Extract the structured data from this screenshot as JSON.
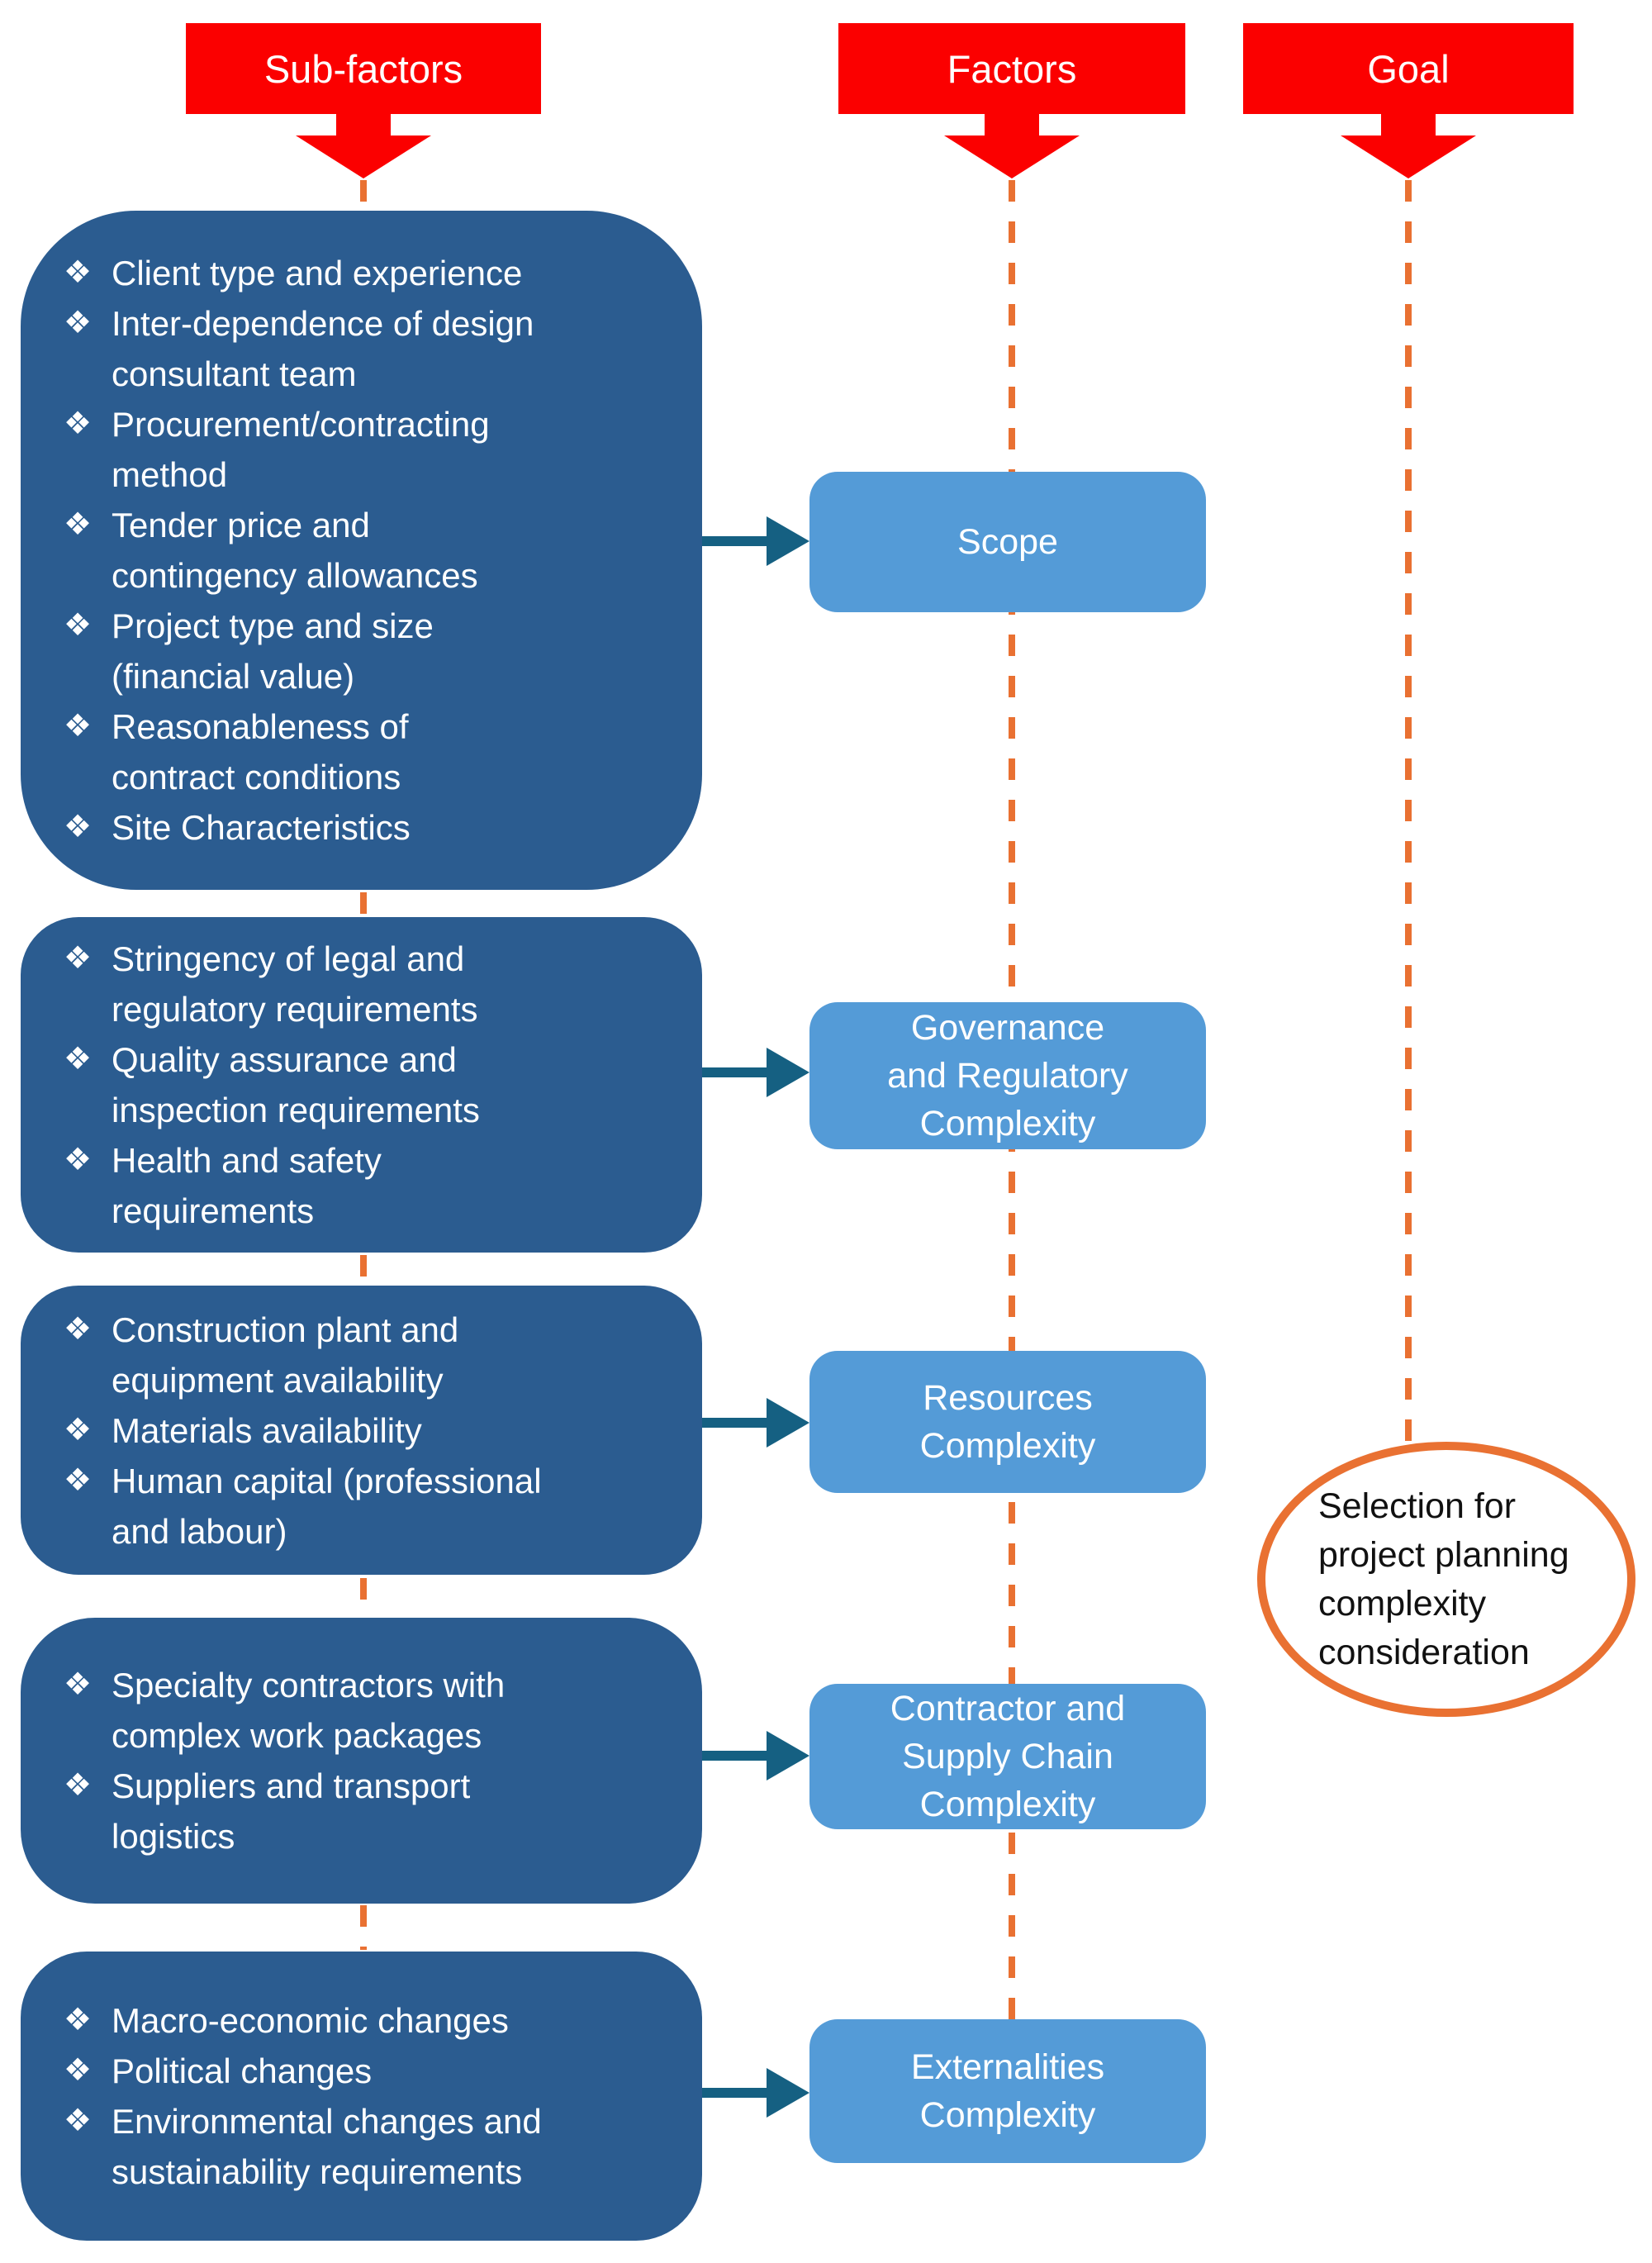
{
  "palette": {
    "header_red": "#fb0000",
    "subfactor_dark_blue": "#2b5c90",
    "factor_mid_blue": "#549bd7",
    "arrow_teal": "#156082",
    "connector_orange": "#e97132",
    "light_text": "#ffffff",
    "dark_text": "#111111"
  },
  "bullet_icon": "❖",
  "headers": {
    "subfactors": "Sub-factors",
    "factors": "Factors",
    "goal": "Goal"
  },
  "subfactor_groups": [
    {
      "items": [
        "Client type and experience",
        "Inter-dependence of design\nconsultant team",
        "Procurement/contracting\nmethod",
        "Tender price and\ncontingency allowances",
        "Project type and size\n(financial value)",
        "Reasonableness of\ncontract conditions",
        "Site Characteristics"
      ]
    },
    {
      "items": [
        "Stringency of legal and\nregulatory requirements",
        "Quality assurance and\ninspection requirements",
        "Health and safety\nrequirements"
      ]
    },
    {
      "items": [
        "Construction plant and\nequipment availability",
        "Materials availability",
        "Human capital (professional\nand labour)"
      ]
    },
    {
      "items": [
        "Specialty contractors with\ncomplex work packages",
        "Suppliers and transport\nlogistics"
      ]
    },
    {
      "items": [
        "Macro-economic changes",
        "Political changes",
        "Environmental changes and\nsustainability requirements"
      ]
    }
  ],
  "factor_boxes": [
    "Scope",
    "Governance\nand Regulatory\nComplexity",
    "Resources\nComplexity",
    "Contractor and\nSupply Chain\nComplexity",
    "Externalities\nComplexity"
  ],
  "goal_ellipse_text": "Selection for\nproject planning\ncomplexity\nconsideration"
}
